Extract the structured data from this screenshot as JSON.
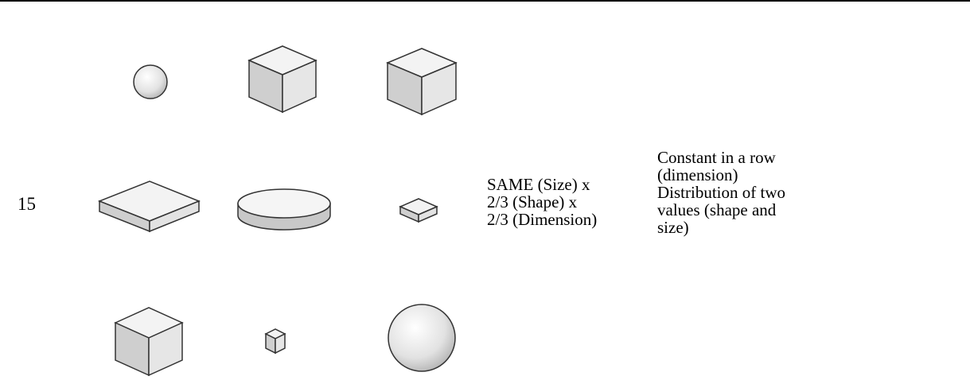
{
  "table": {
    "row_number": "15",
    "rule_lines": [
      "SAME (Size) x",
      "2/3 (Shape) x",
      "2/3 (Dimension)"
    ],
    "description_lines": [
      "Constant in a row",
      "(dimension)",
      "Distribution of two",
      "values (shape and",
      "size)"
    ]
  },
  "shapes": [
    [
      "small-sphere",
      "large-cube",
      "large-cube"
    ],
    [
      "large-square-slab",
      "large-cylinder-disc",
      "small-square-slab"
    ],
    [
      "large-cube",
      "small-cube",
      "large-sphere"
    ]
  ],
  "colors": {
    "outline": "#333333",
    "face_light": "#f2f2f2",
    "face_mid": "#d6d6d6",
    "face_dark": "#bdbdbd"
  }
}
